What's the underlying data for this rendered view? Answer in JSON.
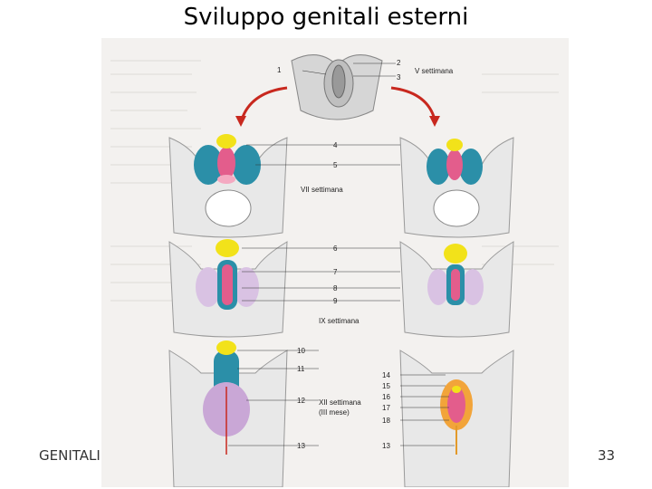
{
  "title": "Sviluppo genitali esterni",
  "footer": {
    "left_text": "GENITALI",
    "page_number": "33"
  },
  "diagram": {
    "stages": [
      "V settimana",
      "VII settimana",
      "IX settimana",
      "XII settimana",
      "(III mese)"
    ],
    "labels": [
      "1",
      "2",
      "3",
      "4",
      "5",
      "6",
      "7",
      "8",
      "9",
      "10",
      "11",
      "12",
      "13",
      "14",
      "15",
      "16",
      "17",
      "18",
      "13"
    ]
  },
  "colors": {
    "tubercle": "#f2e21a",
    "swelling": "#2b8fa8",
    "fold": "#e35d8c",
    "scrotum": "#c9a7d6",
    "arrow": "#c8281e",
    "skin": "#d9d9d9"
  }
}
